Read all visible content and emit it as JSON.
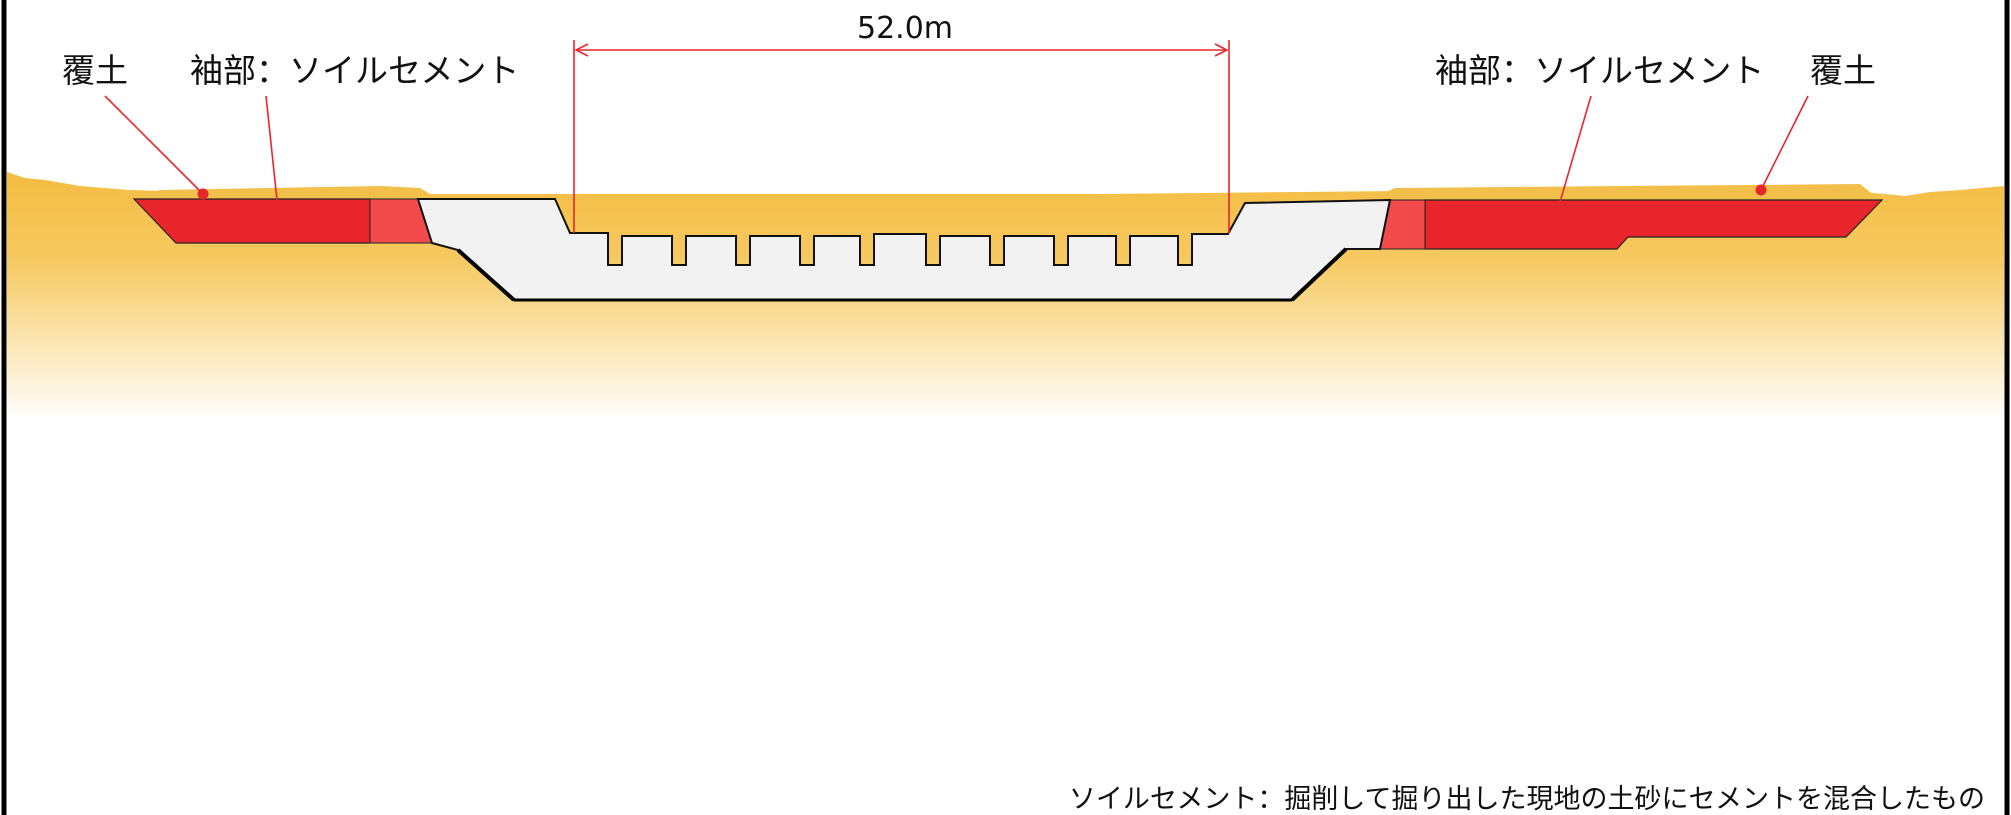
{
  "labels": {
    "cover_soil": "覆土",
    "sleeve_soil_cement": "袖部：ソイルセメント",
    "span": "52.0m"
  },
  "note": "ソイルセメント：掘削して掘り出した現地の土砂にセメントを混合したもの",
  "colors": {
    "ground_top": "#F4BD42",
    "cover_soil": "#F2C04A",
    "soil_cement": "#E8262C",
    "soil_cement_light": "#F34A4C",
    "structure": "#F2F2F2",
    "leader": "#E8262C"
  }
}
